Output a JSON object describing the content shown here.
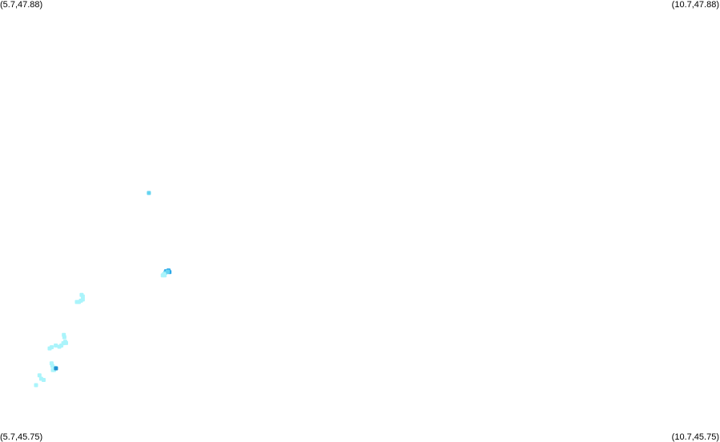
{
  "map": {
    "corner_labels": {
      "top_left": "(5.7,47.88)",
      "top_right": "(10.7,47.88)",
      "bottom_left": "(5.7,45.75)",
      "bottom_right": "(10.7,45.75)"
    },
    "lon_range": [
      5.7,
      10.7
    ],
    "lat_range": [
      45.75,
      47.88
    ],
    "colors": {
      "light": "#aaf4fb",
      "medium": "#66d4f0",
      "dark": "#2ba8e8",
      "darker": "#1f8fd0"
    },
    "points": [
      {
        "lon": 6.734,
        "lat": 46.95,
        "level": "medium"
      },
      {
        "lon": 6.853,
        "lat": 46.573,
        "level": "dark"
      },
      {
        "lon": 6.87,
        "lat": 46.577,
        "level": "dark"
      },
      {
        "lon": 6.877,
        "lat": 46.569,
        "level": "dark"
      },
      {
        "lon": 6.865,
        "lat": 46.571,
        "level": "medium"
      },
      {
        "lon": 6.848,
        "lat": 46.565,
        "level": "medium"
      },
      {
        "lon": 6.839,
        "lat": 46.559,
        "level": "light"
      },
      {
        "lon": 6.83,
        "lat": 46.553,
        "level": "light"
      },
      {
        "lon": 6.843,
        "lat": 46.553,
        "level": "light"
      },
      {
        "lon": 6.267,
        "lat": 46.459,
        "level": "light"
      },
      {
        "lon": 6.275,
        "lat": 46.451,
        "level": "light"
      },
      {
        "lon": 6.275,
        "lat": 46.437,
        "level": "light"
      },
      {
        "lon": 6.262,
        "lat": 46.431,
        "level": "light"
      },
      {
        "lon": 6.248,
        "lat": 46.425,
        "level": "light"
      },
      {
        "lon": 6.234,
        "lat": 46.425,
        "level": "light"
      },
      {
        "lon": 6.143,
        "lat": 46.266,
        "level": "light"
      },
      {
        "lon": 6.147,
        "lat": 46.255,
        "level": "light"
      },
      {
        "lon": 6.153,
        "lat": 46.233,
        "level": "light"
      },
      {
        "lon": 6.159,
        "lat": 46.227,
        "level": "light"
      },
      {
        "lon": 6.14,
        "lat": 46.226,
        "level": "light"
      },
      {
        "lon": 6.126,
        "lat": 46.215,
        "level": "light"
      },
      {
        "lon": 6.112,
        "lat": 46.209,
        "level": "light"
      },
      {
        "lon": 6.087,
        "lat": 46.215,
        "level": "light"
      },
      {
        "lon": 6.059,
        "lat": 46.207,
        "level": "light"
      },
      {
        "lon": 6.045,
        "lat": 46.201,
        "level": "light"
      },
      {
        "lon": 6.058,
        "lat": 46.129,
        "level": "light"
      },
      {
        "lon": 6.064,
        "lat": 46.117,
        "level": "light"
      },
      {
        "lon": 6.081,
        "lat": 46.108,
        "level": "light"
      },
      {
        "lon": 6.076,
        "lat": 46.097,
        "level": "light"
      },
      {
        "lon": 6.067,
        "lat": 46.097,
        "level": "light"
      },
      {
        "lon": 6.089,
        "lat": 46.105,
        "level": "darker"
      },
      {
        "lon": 5.974,
        "lat": 46.071,
        "level": "light"
      },
      {
        "lon": 5.986,
        "lat": 46.055,
        "level": "light"
      },
      {
        "lon": 6.003,
        "lat": 46.049,
        "level": "light"
      },
      {
        "lon": 5.95,
        "lat": 46.024,
        "level": "light"
      }
    ]
  }
}
